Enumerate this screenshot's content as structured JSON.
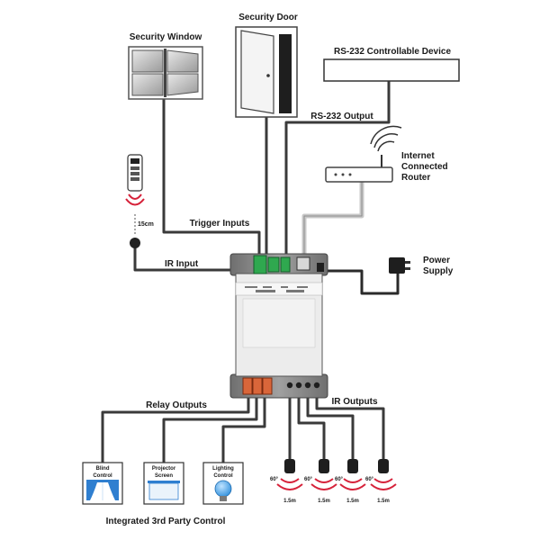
{
  "labels": {
    "security_window": "Security Window",
    "security_door": "Security Door",
    "rs232_device": "RS-232 Controllable Device",
    "rs232_output": "RS-232 Output",
    "router_line1": "Internet",
    "router_line2": "Connected",
    "router_line3": "Router",
    "trigger_inputs": "Trigger Inputs",
    "ir_input": "IR Input",
    "ir_distance": "15cm",
    "power_line1": "Power",
    "power_line2": "Supply",
    "relay_outputs": "Relay Outputs",
    "ir_outputs": "IR Outputs",
    "blind_line1": "Blind",
    "blind_line2": "Control",
    "projector_line1": "Projector",
    "projector_line2": "Screen",
    "lighting_line1": "Lighting",
    "lighting_line2": "Control",
    "third_party": "Integrated 3rd Party Control"
  },
  "ir_emitters": [
    {
      "angle": "60°",
      "distance": "1.5m"
    },
    {
      "angle": "60°",
      "distance": "1.5m"
    },
    {
      "angle": "60°",
      "distance": "1.5m"
    },
    {
      "angle": "60°",
      "distance": "1.5m"
    }
  ],
  "colors": {
    "cable": "#3a3a3a",
    "cable_light": "#c8c8c8",
    "device_body": "#8a8a8a",
    "terminal_green": "#2fa84f",
    "terminal_orange": "#d9663a",
    "ir_signal": "#d6223a",
    "bulb_blue": "#2f8fdc",
    "curtain_blue": "#2f7fd0"
  }
}
